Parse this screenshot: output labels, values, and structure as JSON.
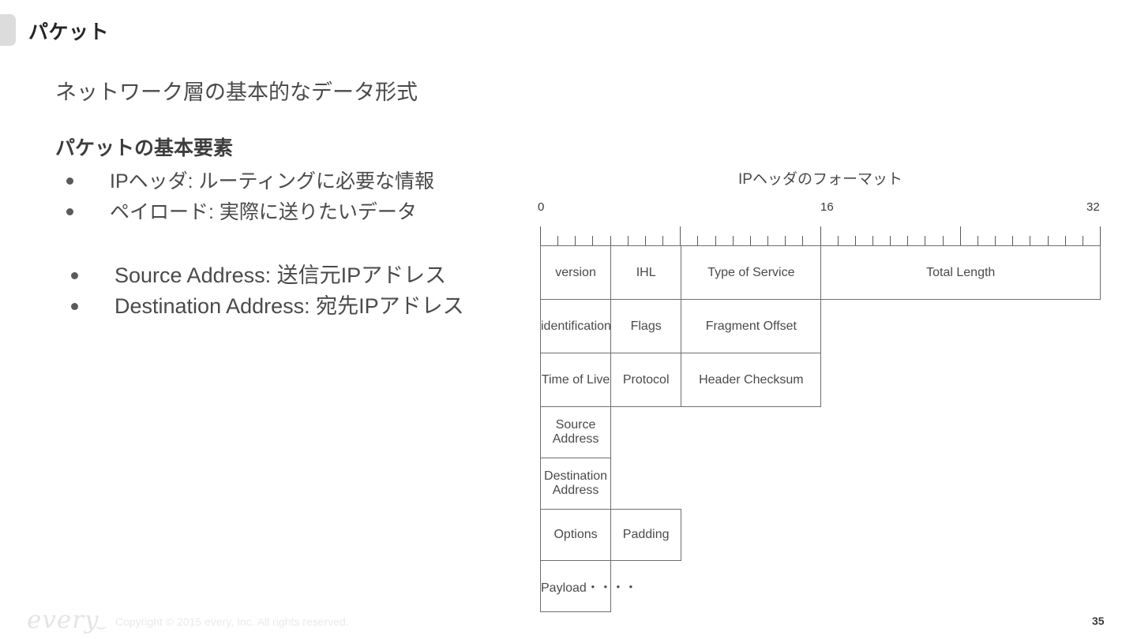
{
  "slide": {
    "title": "パケット",
    "page_number": "35",
    "lead_line": "ネットワーク層の基本的なデータ形式",
    "section_heading": "パケットの基本要素",
    "bullets": [
      {
        "text": "IPヘッダ: ルーティングに必要な情報"
      },
      {
        "text": "ペイロード: 実際に送りたいデータ"
      },
      {
        "text": "Source Address: 送信元IPアドレス"
      },
      {
        "text": "Destination Address: 宛先IPアドレス"
      }
    ]
  },
  "diagram": {
    "title": "IPヘッダのフォーマット",
    "ruler": {
      "labels": [
        "0",
        "16",
        "32"
      ],
      "bits": 32,
      "major_every": 8
    },
    "rows": [
      {
        "cells": [
          {
            "label": "version",
            "bits": 4
          },
          {
            "label": "IHL",
            "bits": 4
          },
          {
            "label": "Type of Service",
            "bits": 8
          },
          {
            "label": "Total Length",
            "bits": 16
          }
        ]
      },
      {
        "cells": [
          {
            "label": "identification",
            "bits": 16
          },
          {
            "label": "Flags",
            "bits": 4
          },
          {
            "label": "Fragment Offset",
            "bits": 12
          }
        ]
      },
      {
        "cells": [
          {
            "label": "Time of Live",
            "bits": 8
          },
          {
            "label": "Protocol",
            "bits": 8
          },
          {
            "label": "Header Checksum",
            "bits": 16
          }
        ]
      },
      {
        "cells": [
          {
            "label": "Source Address",
            "bits": 32
          }
        ]
      },
      {
        "cells": [
          {
            "label": "Destination Address",
            "bits": 32
          }
        ]
      },
      {
        "cells": [
          {
            "label": "Options",
            "bits": 24
          },
          {
            "label": "Padding",
            "bits": 8
          }
        ]
      },
      {
        "cells": [
          {
            "label": "Payload・・・・",
            "bits": 32
          }
        ]
      }
    ]
  },
  "footer": {
    "logo": "every",
    "copyright": "Copyright © 2015 every, Inc. All rights reserved."
  },
  "colors": {
    "text": "#4a4a4a",
    "title": "#262626",
    "marker": "#dcdcdc",
    "border": "#6e6e6e",
    "footer_faint": "#e8e8e8"
  }
}
